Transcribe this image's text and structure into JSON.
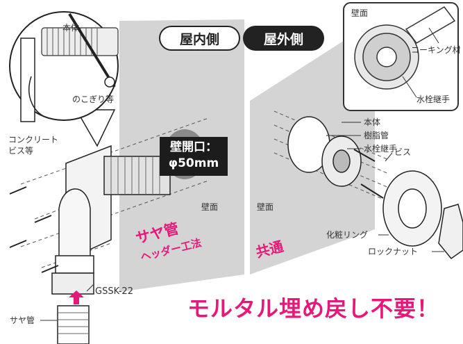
{
  "tabs": {
    "indoor": "屋内側",
    "outdoor": "屋外側"
  },
  "callout": {
    "line1": "壁開口：",
    "line2": "φ50mm"
  },
  "labels": {
    "honntai_inset": "本体",
    "saw": "のこぎり等",
    "concrete_1": "コンクリート",
    "concrete_2": "ビス等",
    "wall_left": "壁面",
    "wall_right": "壁面",
    "model": "GSSK-22",
    "saya_tube": "サヤ管",
    "wall_inset": "壁面",
    "caulking": "コーキング材",
    "faucet_joint_inset": "水栓継手",
    "body": "本体",
    "resin_tube": "樹脂管",
    "faucet_joint": "水栓継手",
    "screw": "ビス",
    "cosmetic_ring": "化粧リング",
    "lock_nut": "ロックナット"
  },
  "method": {
    "line1": "サヤ管",
    "line2": "ヘッダー工法",
    "common": "共通"
  },
  "headline": "モルタル埋め戻し不要！",
  "colors": {
    "accent": "#e6197a",
    "dark": "#1c1c1c",
    "wall": "#d3d3d3"
  }
}
